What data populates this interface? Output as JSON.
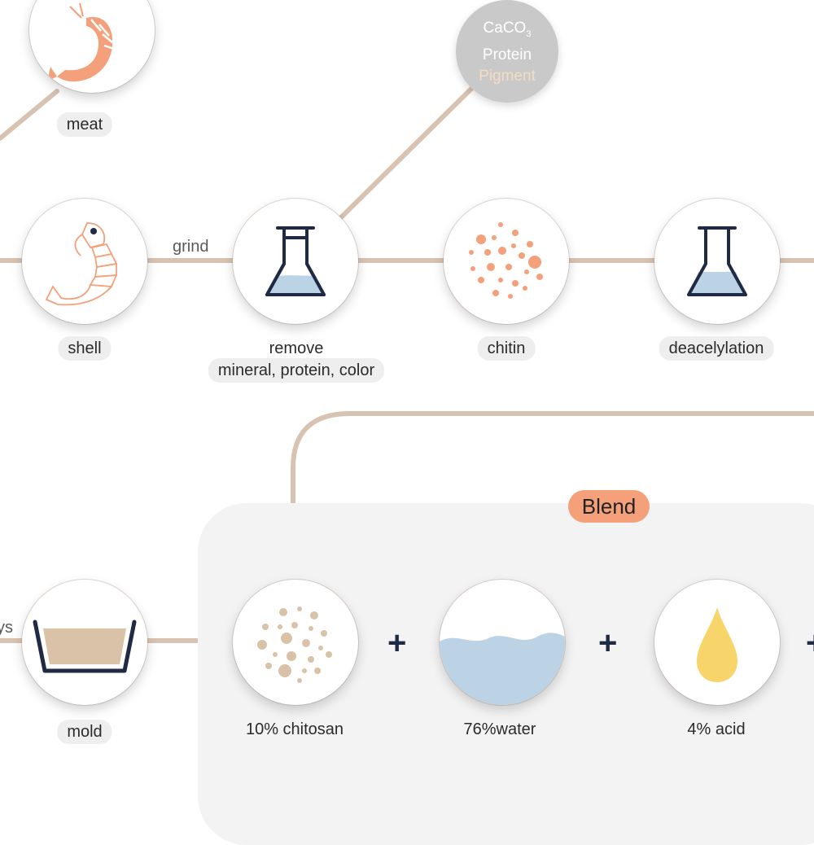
{
  "waste": {
    "line1": "CaCO",
    "sub": "3",
    "line2": "Protein",
    "line3": "Pigment"
  },
  "labels": {
    "meat": "meat",
    "shell": "shell",
    "grind": "grind",
    "remove_line1": "remove",
    "remove_line2": "mineral, protein, color",
    "chitin": "chitin",
    "deacetylation": "deacelylation",
    "mold": "mold",
    "left_fragment": "ys"
  },
  "blend": {
    "title": "Blend",
    "plus": "+",
    "ingredients": [
      "10% chitosan",
      "76%water",
      "4% acid"
    ]
  },
  "colors": {
    "line": "#d8c3b2",
    "shrimp": "#f4a07a",
    "flask_liquid": "#bcd3e6",
    "chitosan": "#d9c2a8",
    "acid": "#f7d56a",
    "blend_badge": "#f4a07a",
    "mold_fill": "#d9c2a8",
    "dark": "#1f2a44"
  },
  "icons": [
    "shrimp-meat-icon",
    "shrimp-shell-icon",
    "flask-icon",
    "chitin-particles-icon",
    "flask-icon",
    "mold-tray-icon",
    "chitosan-particles-icon",
    "water-icon",
    "acid-drop-icon"
  ]
}
